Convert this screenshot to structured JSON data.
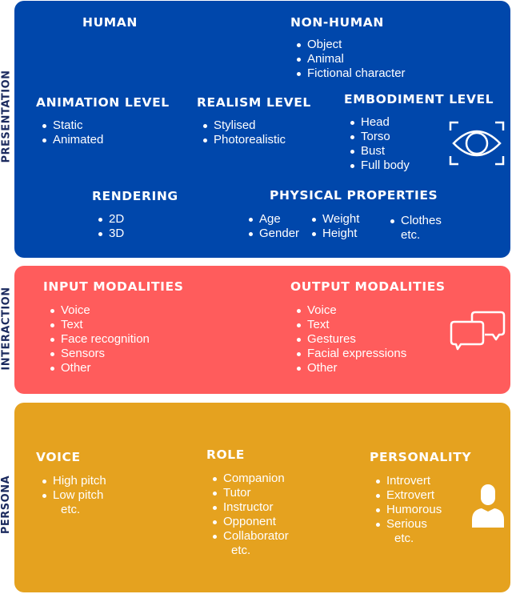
{
  "colors": {
    "presentation": "#0047AB",
    "interaction": "#FF5C5C",
    "persona": "#E5A21F",
    "side_label": "#1B2A5E",
    "text": "#FFFFFF"
  },
  "presentation": {
    "side_label": "PRESENTATION",
    "icon": "eye-scan-icon",
    "human": {
      "title": "HUMAN"
    },
    "non_human": {
      "title": "NON-HUMAN",
      "items": [
        "Object",
        "Animal",
        "Fictional character"
      ]
    },
    "animation_level": {
      "title": "ANIMATION LEVEL",
      "items": [
        "Static",
        "Animated"
      ]
    },
    "realism_level": {
      "title": "REALISM LEVEL",
      "items": [
        "Stylised",
        "Photorealistic"
      ]
    },
    "embodiment_level": {
      "title": "EMBODIMENT LEVEL",
      "items": [
        "Head",
        "Torso",
        "Bust",
        "Full body"
      ]
    },
    "rendering": {
      "title": "RENDERING",
      "items": [
        "2D",
        "3D"
      ]
    },
    "physical_properties": {
      "title": "PHYSICAL PROPERTIES",
      "col1": [
        "Age",
        "Gender"
      ],
      "col2": [
        "Weight",
        "Height"
      ],
      "col3": [
        "Clothes"
      ],
      "note": "etc."
    }
  },
  "interaction": {
    "side_label": "INTERACTION",
    "icon": "chat-bubbles-icon",
    "input_modalities": {
      "title": "INPUT MODALITIES",
      "items": [
        "Voice",
        "Text",
        "Face recognition",
        "Sensors",
        "Other"
      ]
    },
    "output_modalities": {
      "title": "OUTPUT MODALITIES",
      "items": [
        "Voice",
        "Text",
        "Gestures",
        "Facial expressions",
        "Other"
      ]
    }
  },
  "persona": {
    "side_label": "PERSONA",
    "icon": "person-icon",
    "voice": {
      "title": "VOICE",
      "items": [
        "High pitch",
        "Low pitch"
      ],
      "note": "etc."
    },
    "role": {
      "title": "ROLE",
      "items": [
        "Companion",
        "Tutor",
        "Instructor",
        "Opponent",
        "Collaborator"
      ],
      "note": "etc."
    },
    "personality": {
      "title": "PERSONALITY",
      "items": [
        "Introvert",
        "Extrovert",
        "Humorous",
        "Serious"
      ],
      "note": "etc."
    }
  }
}
